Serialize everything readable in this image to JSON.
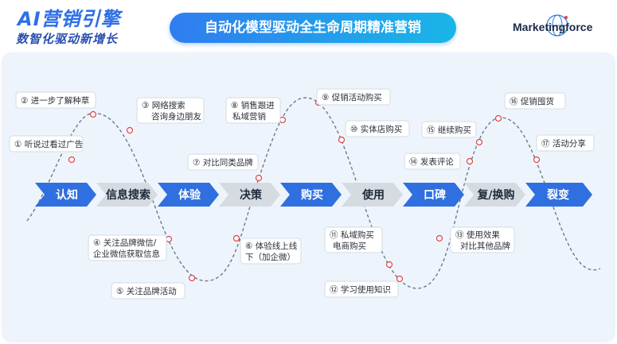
{
  "header": {
    "brand_title": "AI营销引擎",
    "brand_subtitle": "数智化驱动新增长",
    "title": "自动化模型驱动全生命周期精准营销",
    "logo_text": "Marketingforce"
  },
  "stages": [
    "认知",
    "信息搜索",
    "体验",
    "决策",
    "购买",
    "使用",
    "口碑",
    "复/换购",
    "裂变"
  ],
  "touchpoints": [
    {
      "label": "① 听说过看过广告"
    },
    {
      "label": "② 进一步了解种草"
    },
    {
      "label": "③ 网络搜索",
      "label2": "咨询身边朋友"
    },
    {
      "label": "④ 关注品牌微信/",
      "label2": "企业微信获取信息"
    },
    {
      "label": "⑤ 关注品牌活动"
    },
    {
      "label": "⑥ 体验线上线",
      "label2": "下（加企微）"
    },
    {
      "label": "⑦ 对比同类品牌"
    },
    {
      "label": "⑧ 销售跟进",
      "label2": "私域营销"
    },
    {
      "label": "⑨ 促销活动购买"
    },
    {
      "label": "⑩ 实体店购买"
    },
    {
      "label": "⑪ 私域购买",
      "label2": "电商购买"
    },
    {
      "label": "⑫ 学习使用知识"
    },
    {
      "label": "⑬ 使用效果",
      "label2": "对比其他品牌"
    },
    {
      "label": "⑭ 发表评论"
    },
    {
      "label": "⑮ 继续购买"
    },
    {
      "label": "⑯ 促销囤货"
    },
    {
      "label": "⑰ 活动分享"
    }
  ]
}
